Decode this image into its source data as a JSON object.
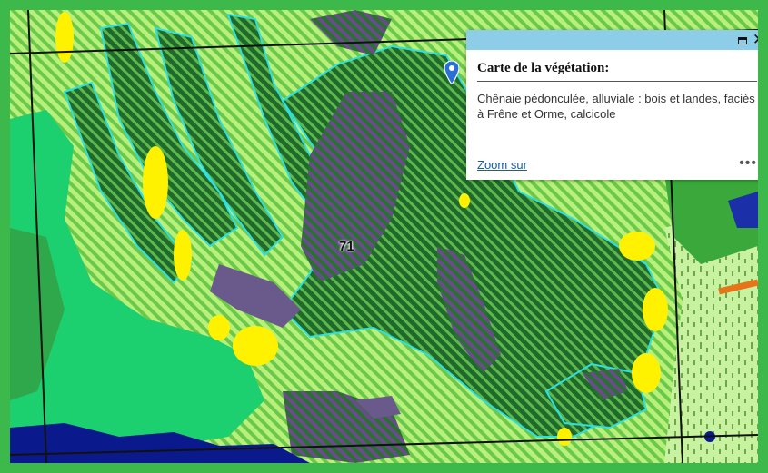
{
  "map": {
    "polygon_label": "71",
    "colors": {
      "light_green": "#9ee86b",
      "dark_green": "#2d7d33",
      "purple": "#6a4b8c",
      "bright_green": "#1ccf6f",
      "yellow": "#fff200",
      "navy": "#0a1a8c",
      "cyan_outline": "#2fe0e0",
      "frame_green": "#3db84a"
    }
  },
  "popup": {
    "title": "Carte de la végétation:",
    "description": "Chênaie pédonculée, alluviale : bois et landes, faciès à Frêne et Orme, calcicole",
    "zoom_label": "Zoom sur",
    "more_label": "•••",
    "maximize_icon": "maximize-icon",
    "close_icon": "close-icon",
    "close_glyph": "✕"
  }
}
